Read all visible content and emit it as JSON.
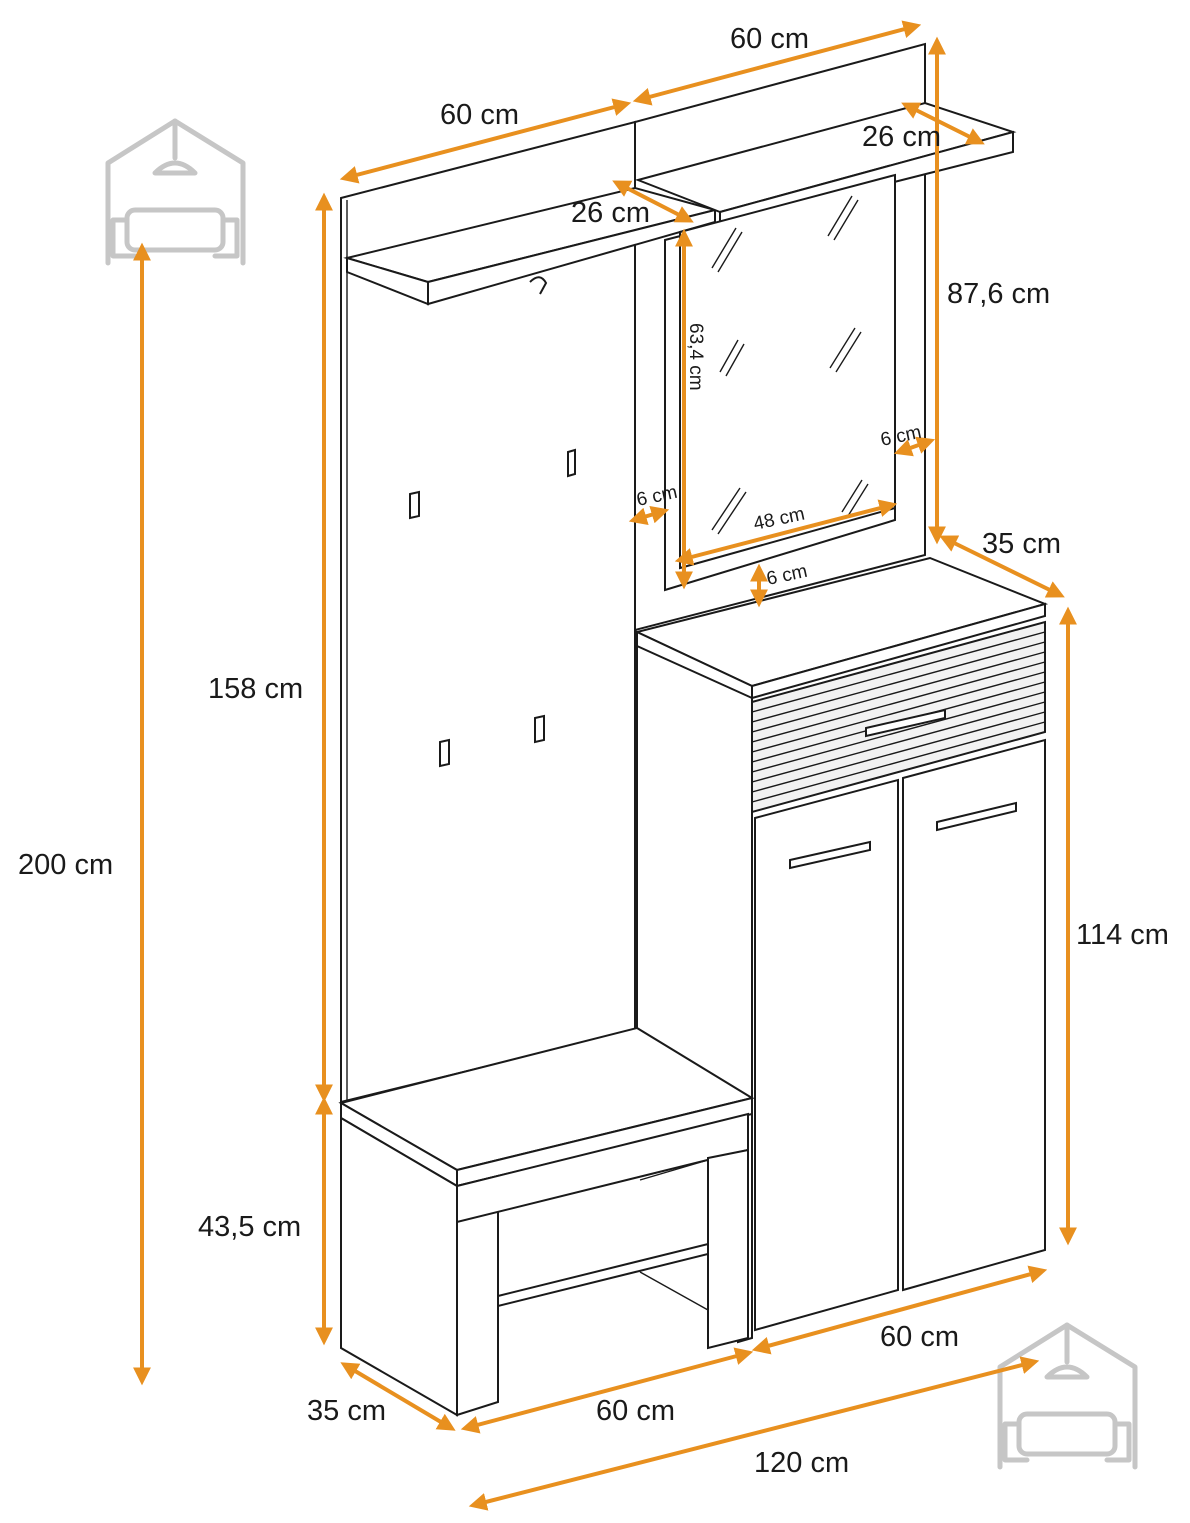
{
  "colors": {
    "dimension": "#e8901f",
    "outline": "#1a1a1a",
    "logo": "#c6c6c6"
  },
  "icons": [
    "house-sofa-logo-icon",
    "house-sofa-logo-icon"
  ],
  "dimensions": {
    "top_left_width": "60 cm",
    "top_right_width": "60 cm",
    "left_shelf_depth": "26 cm",
    "right_shelf_depth": "26 cm",
    "mirror_panel_height": "87,6 cm",
    "mirror_height": "63,4 cm",
    "mirror_frame_right": "6 cm",
    "mirror_frame_left": "6 cm",
    "mirror_width": "48 cm",
    "mirror_frame_bottom": "6 cm",
    "cabinet_depth_top": "35 cm",
    "panel_height": "158 cm",
    "total_height": "200 cm",
    "cabinet_height": "114 cm",
    "bench_height": "43,5 cm",
    "bench_depth": "35 cm",
    "bench_width": "60 cm",
    "cabinet_width": "60 cm",
    "total_width": "120 cm"
  }
}
